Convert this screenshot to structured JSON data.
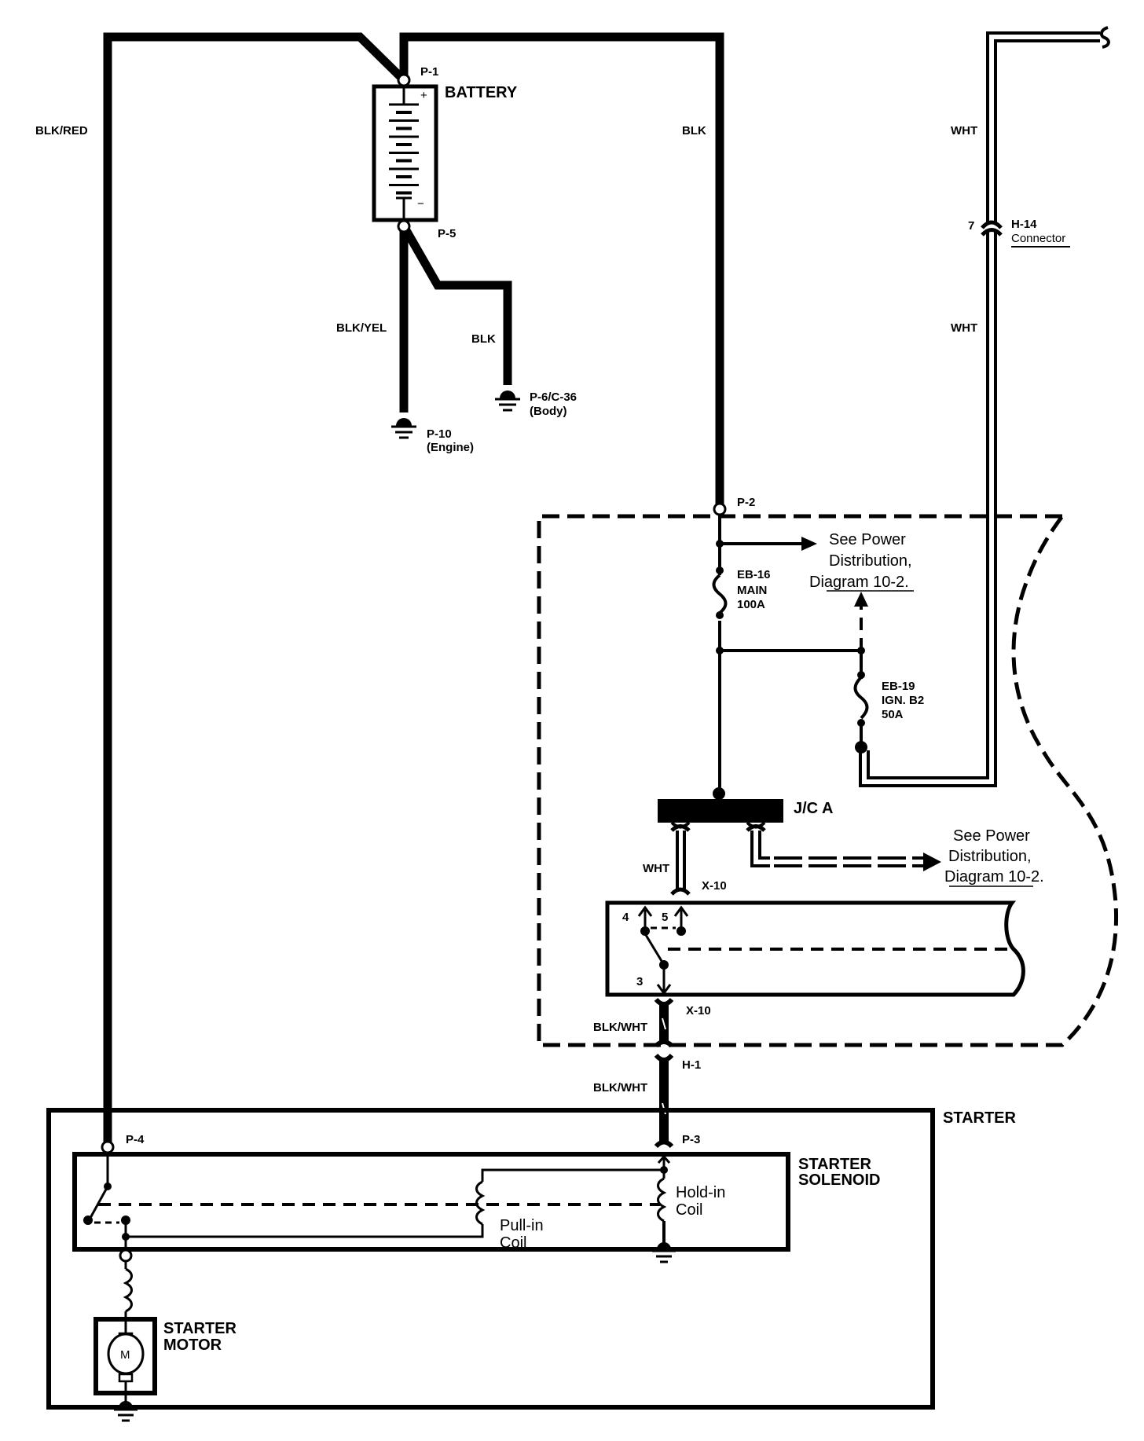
{
  "diagram": {
    "title": "Starting System Wiring Diagram",
    "components": {
      "battery": {
        "label": "BATTERY",
        "plus": "+",
        "minus": "−"
      },
      "starter": {
        "label": "STARTER"
      },
      "starter_solenoid": {
        "label_line1": "STARTER",
        "label_line2": "SOLENOID"
      },
      "starter_motor": {
        "label_line1": "STARTER",
        "label_line2": "MOTOR",
        "symbol": "M"
      },
      "jc_a": {
        "label": "J/C A"
      },
      "pull_in_coil": {
        "line1": "Pull-in",
        "line2": "Coil"
      },
      "hold_in_coil": {
        "line1": "Hold-in",
        "line2": "Coil"
      }
    },
    "fuses": [
      {
        "id": "EB-16",
        "name": "MAIN",
        "rating": "100A"
      },
      {
        "id": "EB-19",
        "name": "IGN. B2",
        "rating": "50A"
      }
    ],
    "terminals": {
      "p1": "P-1",
      "p2": "P-2",
      "p3": "P-3",
      "p4": "P-4",
      "p5": "P-5"
    },
    "grounds": [
      {
        "id": "P-10",
        "location": "(Engine)"
      },
      {
        "id": "P-6/C-36",
        "location": "(Body)"
      }
    ],
    "wires": {
      "blk_red": "BLK/RED",
      "blk_top": "BLK",
      "blk_yel": "BLK/YEL",
      "blk_body": "BLK",
      "wht_top": "WHT",
      "wht_mid": "WHT",
      "wht_jc": "WHT",
      "blk_wht_1": "BLK/WHT",
      "blk_wht_2": "BLK/WHT"
    },
    "connectors": {
      "h14_pin": "7",
      "h14_id": "H-14",
      "h14_name": "Connector",
      "x10_top": "X-10",
      "x10_bottom": "X-10",
      "h1": "H-1"
    },
    "switch_pins": {
      "pin4": "4",
      "pin5": "5",
      "pin3": "3"
    },
    "references": [
      {
        "line1": "See Power",
        "line2": "Distribution,",
        "line3": "Diagram 10-2."
      },
      {
        "line1": "See Power",
        "line2": "Distribution,",
        "line3": "Diagram 10-2."
      }
    ]
  }
}
